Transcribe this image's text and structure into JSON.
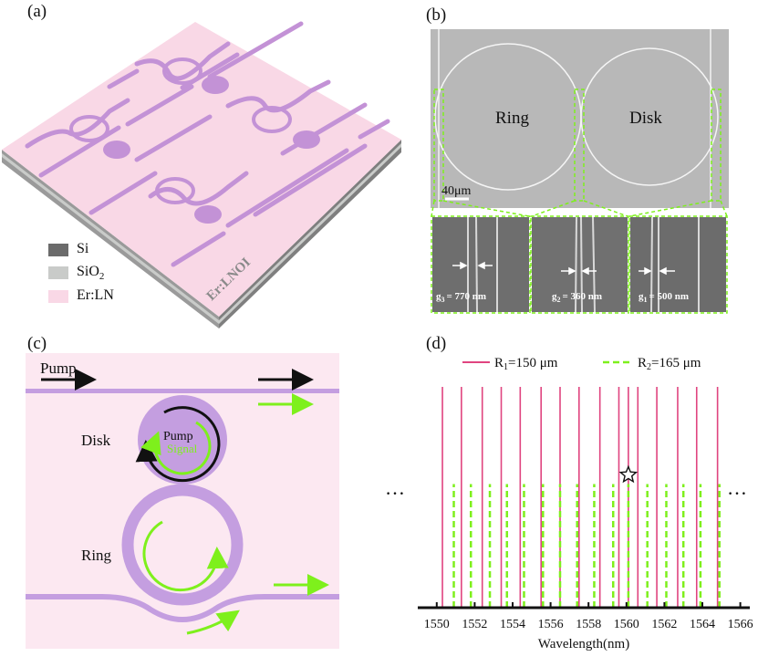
{
  "panels": {
    "a": "(a)",
    "b": "(b)",
    "c": "(c)",
    "d": "(d)"
  },
  "panel_a": {
    "legend": [
      {
        "label": "Si",
        "color": "#6b6b6b"
      },
      {
        "label": "SiO",
        "sub": "2",
        "color": "#c9cbc9"
      },
      {
        "label": "Er:LN",
        "color": "#f9d8e6"
      }
    ],
    "chip_text": "Er:LNOI"
  },
  "panel_b": {
    "ring_label": "Ring",
    "disk_label": "Disk",
    "scale_bar": "40μm",
    "insets": [
      {
        "prefix": "g",
        "sub": "3",
        "value": "= 770 nm"
      },
      {
        "prefix": "g",
        "sub": "2",
        "value": "= 360 nm"
      },
      {
        "prefix": "g",
        "sub": "1",
        "value": "= 500 nm"
      }
    ]
  },
  "panel_c": {
    "pump": "Pump",
    "disk": "Disk",
    "ring": "Ring",
    "disk_pump": "Pump",
    "disk_signal": "Signal",
    "colors": {
      "pump": "#111111",
      "signal": "#7ef01c",
      "waveguide": "#c49ee0",
      "background": "#fce8f1"
    }
  },
  "chart_data": {
    "type": "line",
    "xlabel": "Wavelength(nm)",
    "xlim": [
      1549,
      1566.5
    ],
    "ticks": [
      1550,
      1552,
      1554,
      1556,
      1558,
      1560,
      1562,
      1564,
      1566
    ],
    "series": [
      {
        "name": "R1=150 μm",
        "label_main": "R",
        "label_sub": "1",
        "label_rest": "=150 μm",
        "style": "solid",
        "color": "#e0447f",
        "relative_height": 1.0,
        "x": [
          1550.3,
          1551.3,
          1552.4,
          1553.4,
          1554.4,
          1555.5,
          1556.5,
          1557.5,
          1558.6,
          1559.6,
          1560.1,
          1560.6,
          1561.6,
          1562.7,
          1563.7,
          1564.8
        ]
      },
      {
        "name": "R2=165 μm",
        "label_main": "R",
        "label_sub": "2",
        "label_rest": "=165 μm",
        "style": "dashed",
        "color": "#7ef01c",
        "relative_height": 0.56,
        "x": [
          1550.9,
          1551.8,
          1552.8,
          1553.7,
          1554.6,
          1555.6,
          1556.5,
          1557.4,
          1558.3,
          1559.3,
          1560.1,
          1561.1,
          1562.1,
          1563.0,
          1563.9,
          1564.9
        ]
      }
    ],
    "marker": {
      "symbol": "star",
      "x": 1560.1
    },
    "ellipsis": "…"
  }
}
